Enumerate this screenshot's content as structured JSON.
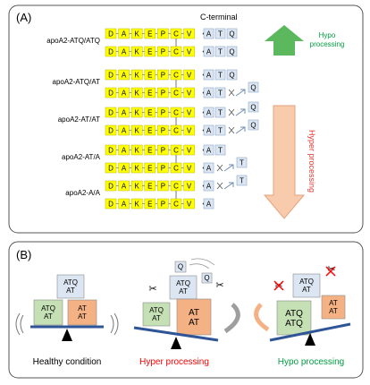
{
  "panel_a": {
    "label": "(A)",
    "c_terminal_label": "C-terminal",
    "sequence": [
      "D",
      "A",
      "K",
      "E",
      "P",
      "C",
      "V"
    ],
    "dots": "•••",
    "hypo_label_line1": "Hypo",
    "hypo_label_line2": "processing",
    "hyper_label": "Hyper processing",
    "rows": [
      {
        "name": "apoA2-ATQ/ATQ",
        "top": [
          "A",
          "T",
          "Q"
        ],
        "bottom": [
          "A",
          "T",
          "Q"
        ],
        "top_free": "",
        "bottom_free": ""
      },
      {
        "name": "apoA2-ATQ/AT",
        "top": [
          "A",
          "T",
          "Q"
        ],
        "bottom": [
          "A",
          "T"
        ],
        "top_free": "",
        "bottom_free": "Q"
      },
      {
        "name": "apoA2-AT/AT",
        "top": [
          "A",
          "T"
        ],
        "bottom": [
          "A",
          "T"
        ],
        "top_free": "Q",
        "bottom_free": "Q"
      },
      {
        "name": "apoA2-AT/A",
        "top": [
          "A",
          "T"
        ],
        "bottom": [
          "A"
        ],
        "top_free": "",
        "bottom_free": "T"
      },
      {
        "name": "apoA2-A/A",
        "top": [
          "A"
        ],
        "bottom": [
          "A"
        ],
        "top_free": "T",
        "bottom_free": ""
      }
    ],
    "colors": {
      "sequence_fill": "#ffff00",
      "cterm_fill": "#dce6f2",
      "hypo_arrow": "#5cb85c",
      "hyper_arrow": "#f4b183"
    }
  },
  "panel_b": {
    "label": "(B)",
    "healthy": {
      "top_block": "ATQ\nAT",
      "left_block": "ATQ\nAT",
      "right_block": "AT\nAT",
      "caption": "Healthy condition"
    },
    "hyper": {
      "free_q1": "Q",
      "free_q2": "Q",
      "top_block": "ATQ\nAT",
      "left_block": "ATQ\nAT",
      "right_block": "AT\nAT",
      "caption": "Hyper processing"
    },
    "hypo": {
      "top_block": "ATQ\nAT",
      "left_block": "ATQ\nATQ",
      "right_block": "AT\nAT",
      "caption": "Hypo processing"
    },
    "colors": {
      "atq_at": "#dce6f2",
      "atq_green": "#c5e0b4",
      "at_orange": "#f4b183",
      "beam": "#2f5597",
      "hyper_caption": "#ff0000",
      "hypo_caption": "#00a040"
    }
  }
}
